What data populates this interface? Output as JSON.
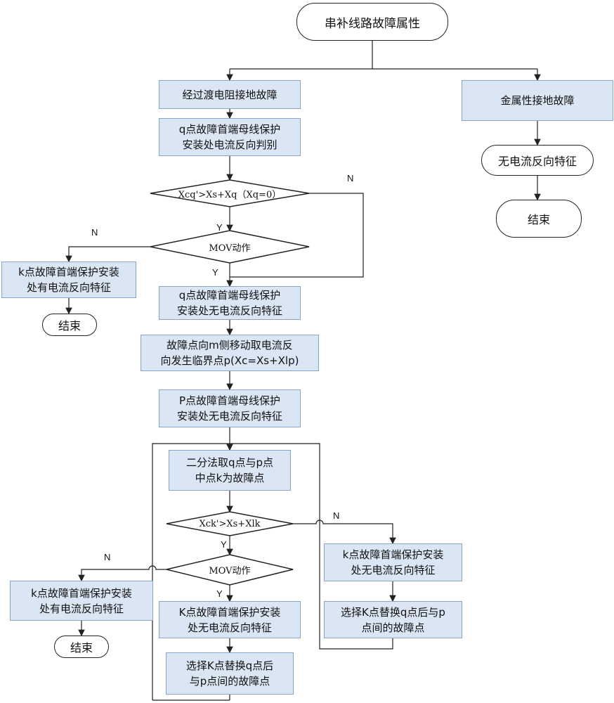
{
  "nodes": {
    "start": "串补线路故障属性",
    "transition_fault": "经过渡电阻接地故障",
    "metal_fault": "金属性接地故障",
    "q_judge": "q点故障首端母线保护\n安装处电流反向判别",
    "no_reverse": "无电流反向特征",
    "end_right": "结束",
    "cond1": "Xcq'>Xs+Xq（Xq=0）",
    "mov1": "MOV动作",
    "k_has_1": "k点故障首端保护安装\n处有电流反向特征",
    "end_left1": "结束",
    "q_no_reverse": "q点故障首端母线保护\n安装处无电流反向特征",
    "move_m": "故障点向m侧移动取电流反\n向发生临界点p(Xc=Xs+Xlp)",
    "p_no_reverse": "P点故障首端母线保护\n安装处无电流反向特征",
    "bisect": "二分法取q点与p点\n中点k为故障点",
    "cond2": "Xck'>Xs+Xlk",
    "mov2": "MOV动作",
    "k_has_2": "k点故障首端保护安装\n处有电流反向特征",
    "end_left2": "结束",
    "k_no_reverse_mid": "K点故障首端保护安装\n处无电流反向特征",
    "k_no_reverse_right": "k点故障首端保护安装\n处无电流反向特征",
    "replace_q": "选择K点替换q点后\n与p点间的故障点",
    "replace_q_right": "选择K点替换q点后与p\n点间的故障点"
  },
  "labels": {
    "n1": "N",
    "n2": "N",
    "y1": "Y",
    "y2": "Y",
    "n3": "N",
    "n4": "N",
    "y3": "Y",
    "y4": "Y"
  }
}
